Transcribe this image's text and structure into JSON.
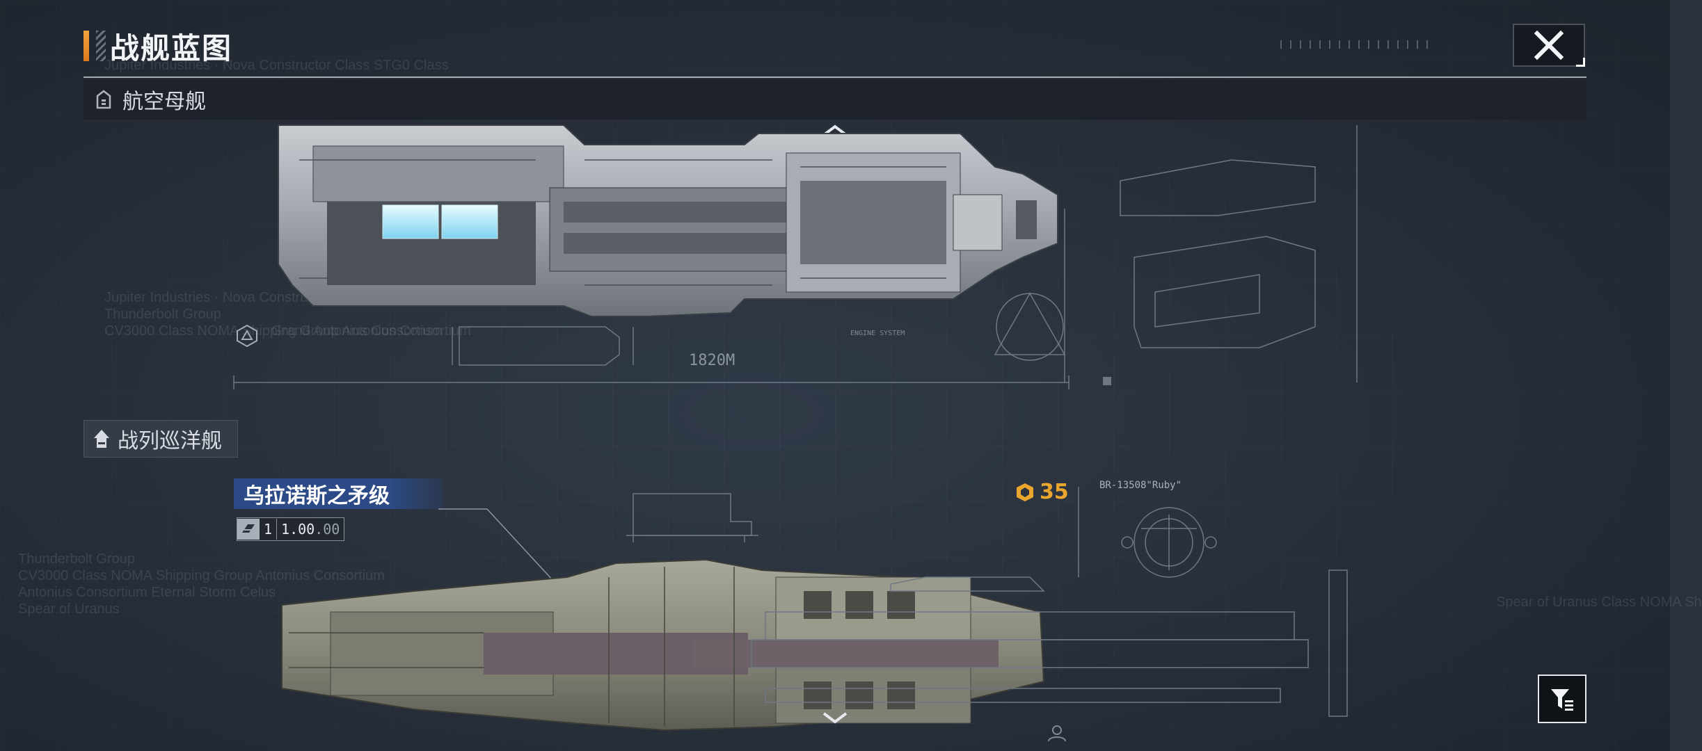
{
  "header": {
    "title": "战舰蓝图",
    "close_icon": "close-x-icon"
  },
  "sections": [
    {
      "label": "航空母舰",
      "icon": "carrier-icon"
    },
    {
      "label": "战列巡洋舰",
      "icon": "battlecruiser-icon"
    }
  ],
  "carrier": {
    "length_label": "1820M",
    "tag_label": "ENGINE SYSTEM"
  },
  "battlecruiser": {
    "name": "乌拉诺斯之矛级",
    "stat_level": "1",
    "stat_value": "1.00",
    "stat_decimal": ".00",
    "score": "35",
    "code": "BR-13508\"Ruby\""
  },
  "ghost_text": {
    "top": "Jupiter Industries · Nova Constructor Class STG0 Class",
    "mid": [
      "Jupiter Industries · Nova Constructor Class STG0 Class",
      "Thunderbolt Group",
      "CV3000 Class NOMA Shipping Group Antonius Consortium"
    ],
    "mid_tail": "Grand Antonius Consortium",
    "lower": [
      "Thunderbolt Group",
      "CV3000 Class NOMA Shipping Group Antonius Consortium",
      "Antonius Consortium Eternal Storm Celus",
      "Spear of Uranus"
    ],
    "right": "Spear of Uranus Class NOMA Sh"
  },
  "controls": {
    "scroll_up_icon": "chevron-up-icon",
    "scroll_down_icon": "chevron-down-icon",
    "filter_icon": "filter-icon"
  },
  "colors": {
    "accent_orange": "#e9a52d",
    "name_plate_blue": "#2c4a86",
    "background": "#2a323e"
  }
}
